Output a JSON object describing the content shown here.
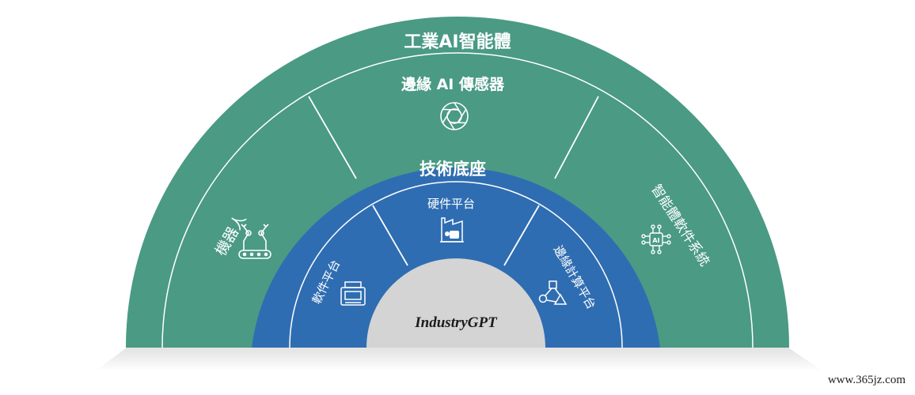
{
  "diagram": {
    "outer_ring_title": "工業AI智能體",
    "outer_segments": [
      {
        "label": "邊緣 AI 傳感器",
        "icon": "aperture-icon"
      },
      {
        "label": "機器人",
        "icon": "robot-arm-conveyor-icon"
      },
      {
        "label": "智能體軟件系統",
        "icon": "ai-chip-icon"
      }
    ],
    "inner_ring_title": "技術底座",
    "inner_segments": [
      {
        "label": "硬件平台",
        "icon": "factory-icon"
      },
      {
        "label": "軟件平台",
        "icon": "device-icon"
      },
      {
        "label": "邊緣計算平台",
        "icon": "network-nodes-icon"
      }
    ],
    "core_label": "IndustryGPT"
  },
  "colors": {
    "outer_ring": "#4a9a84",
    "inner_ring": "#2f6db2",
    "core": "#d4d4d4",
    "base": "#e6e6e6",
    "divider": "#ffffff"
  },
  "watermark": "www.365jz.com"
}
